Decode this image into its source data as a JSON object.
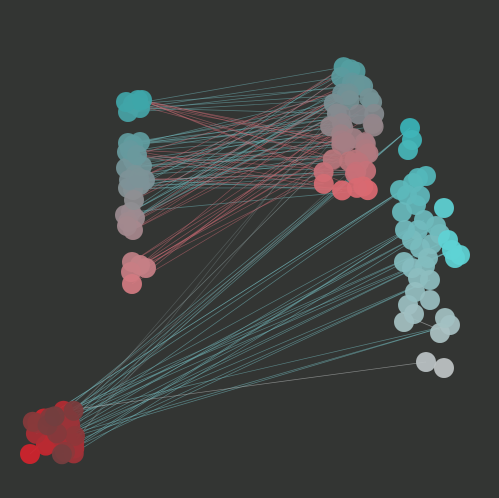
{
  "background": "#333533",
  "palette": {
    "red": "#d2232d",
    "teal": "#3fb4b9",
    "cyan": "#5ed2d5",
    "gray": "#a2a6a7",
    "light": "#c8cacb"
  },
  "clusters": {
    "bottom_left": {
      "color_from": "#d2232d",
      "color_to": "#6e4040",
      "node_count": 28
    },
    "left_column": {
      "color_from": "#3aa7aa",
      "color_to": "#d77a80",
      "node_count": 34
    },
    "top_center": {
      "color_from": "#4fa0a3",
      "color_to": "#e0676f",
      "node_count": 48
    },
    "right_group": {
      "color_from": "#38b4b8",
      "color_to": "#c0c4c5",
      "node_count": 40
    }
  }
}
